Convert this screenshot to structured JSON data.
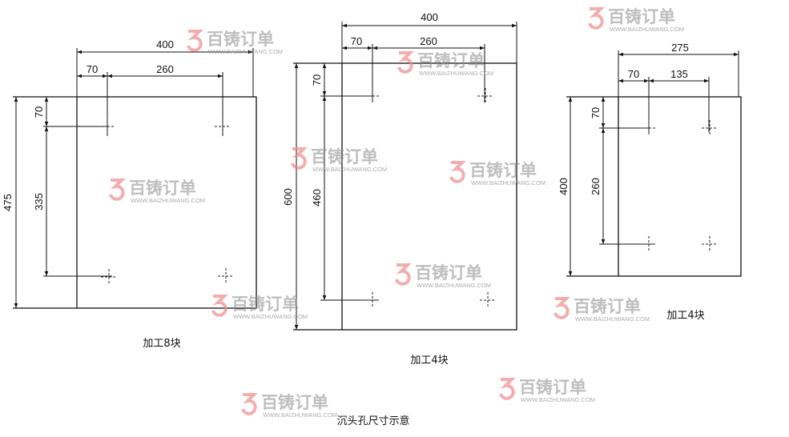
{
  "title": "沉头孔尺寸示意",
  "watermark": {
    "brand": "百铸订单",
    "url": "WWW.BAIZHUWANG.COM"
  },
  "drawings": [
    {
      "label": "加工8块",
      "width": "400",
      "height": "475",
      "hole_offset_x": "70",
      "hole_spacing_x": "260",
      "hole_offset_y": "70",
      "hole_spacing_y": "335"
    },
    {
      "label": "加工4块",
      "width": "400",
      "height": "600",
      "hole_offset_x": "70",
      "hole_spacing_x": "260",
      "hole_offset_y": "70",
      "hole_spacing_y": "460"
    },
    {
      "label": "加工4块",
      "width": "275",
      "height": "400",
      "hole_offset_x": "70",
      "hole_spacing_x": "135",
      "hole_offset_y": "70",
      "hole_spacing_y": "260"
    }
  ],
  "colors": {
    "line": "#111111",
    "watermark_logo": "#f08a8a",
    "watermark_text": "#8a8a8a"
  }
}
